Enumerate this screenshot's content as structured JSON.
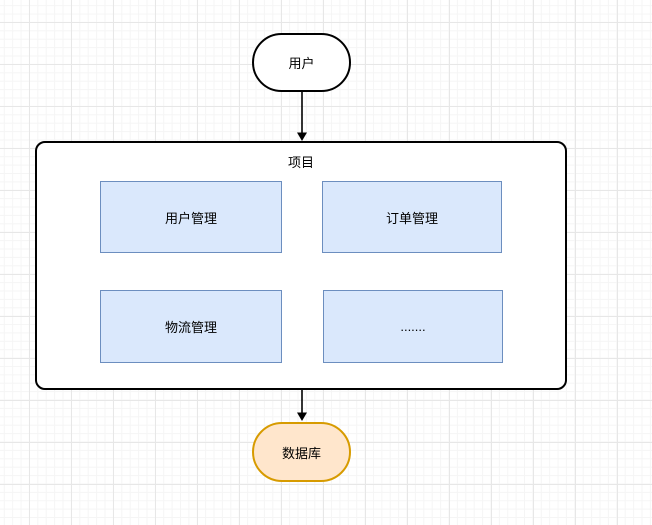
{
  "diagram": {
    "user_node": {
      "label": "用户"
    },
    "project_container": {
      "label": "项目"
    },
    "modules": [
      {
        "label": "用户管理"
      },
      {
        "label": "订单管理"
      },
      {
        "label": "物流管理"
      },
      {
        "label": "......."
      }
    ],
    "database_node": {
      "label": "数据库"
    },
    "edges": [
      {
        "from": "user",
        "to": "project"
      },
      {
        "from": "project",
        "to": "database"
      }
    ],
    "colors": {
      "canvas_bg": "#FFFFFF",
      "grid_minor": "#F5F5F5",
      "grid_major": "#E7E7E7",
      "node_border": "#000000",
      "module_fill": "#DAE8FC",
      "module_border": "#6C8EBF",
      "database_fill": "#FFE6CC",
      "database_border": "#D79B00"
    }
  }
}
